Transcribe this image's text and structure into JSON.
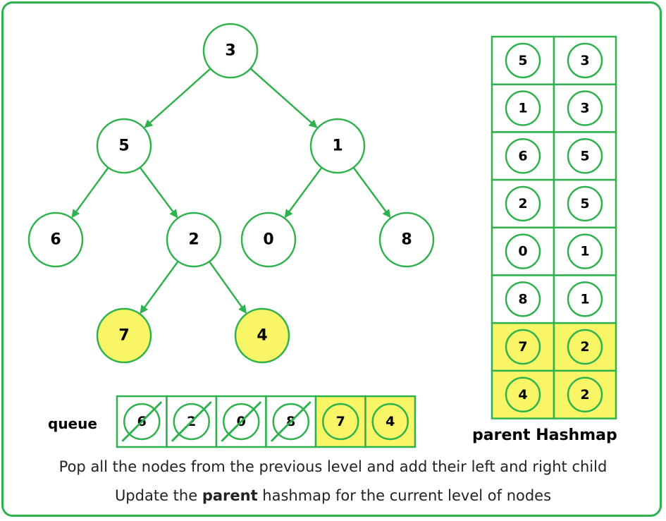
{
  "colors": {
    "green": "#2fb24e",
    "yellow": "#f8f567",
    "white": "#ffffff"
  },
  "tree": {
    "nodes": [
      {
        "id": "3",
        "label": "3",
        "highlight": false
      },
      {
        "id": "5",
        "label": "5",
        "highlight": false
      },
      {
        "id": "1",
        "label": "1",
        "highlight": false
      },
      {
        "id": "6",
        "label": "6",
        "highlight": false
      },
      {
        "id": "2",
        "label": "2",
        "highlight": false
      },
      {
        "id": "0",
        "label": "0",
        "highlight": false
      },
      {
        "id": "8",
        "label": "8",
        "highlight": false
      },
      {
        "id": "7",
        "label": "7",
        "highlight": true
      },
      {
        "id": "4",
        "label": "4",
        "highlight": true
      }
    ],
    "edges": [
      [
        "3",
        "5"
      ],
      [
        "3",
        "1"
      ],
      [
        "5",
        "6"
      ],
      [
        "5",
        "2"
      ],
      [
        "1",
        "0"
      ],
      [
        "1",
        "8"
      ],
      [
        "2",
        "7"
      ],
      [
        "2",
        "4"
      ]
    ]
  },
  "queue": {
    "label": "queue",
    "items": [
      {
        "value": "6",
        "popped": true
      },
      {
        "value": "2",
        "popped": true
      },
      {
        "value": "0",
        "popped": true
      },
      {
        "value": "8",
        "popped": true
      },
      {
        "value": "7",
        "popped": false
      },
      {
        "value": "4",
        "popped": false
      }
    ]
  },
  "hashmap": {
    "title": "parent Hashmap",
    "rows": [
      {
        "key": "5",
        "value": "3",
        "highlight": false
      },
      {
        "key": "1",
        "value": "3",
        "highlight": false
      },
      {
        "key": "6",
        "value": "5",
        "highlight": false
      },
      {
        "key": "2",
        "value": "5",
        "highlight": false
      },
      {
        "key": "0",
        "value": "1",
        "highlight": false
      },
      {
        "key": "8",
        "value": "1",
        "highlight": false
      },
      {
        "key": "7",
        "value": "2",
        "highlight": true
      },
      {
        "key": "4",
        "value": "2",
        "highlight": true
      }
    ]
  },
  "captions": {
    "line1": "Pop all the nodes from the previous level and add their left and right child",
    "line2_before": "Update the ",
    "line2_bold": "parent",
    "line2_after": " hashmap for the current level of nodes"
  }
}
